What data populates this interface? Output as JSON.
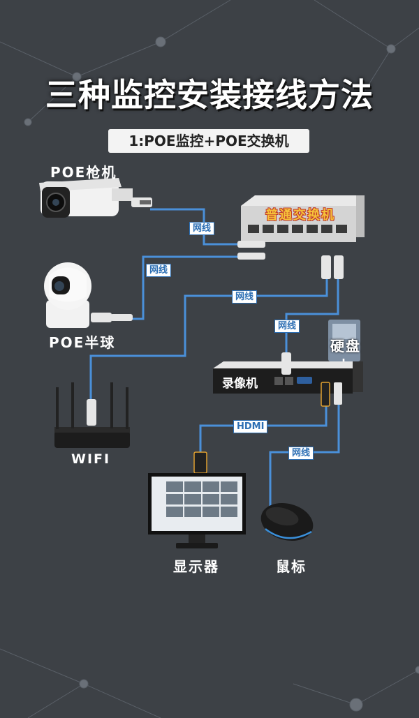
{
  "title": "三种监控安装接线方法",
  "subtitle": "1:POE监控+POE交换机",
  "devices": {
    "bullet_camera": "POE枪机",
    "dome_camera": "POE半球",
    "switch": "普通交换机",
    "wifi": "WIFI",
    "nvr": "录像机",
    "hdd": "硬盘",
    "monitor": "显示器",
    "mouse": "鼠标"
  },
  "cables": {
    "bullet_to_switch": "网线",
    "dome_to_switch": "网线",
    "wifi_to_switch": "网线",
    "nvr_to_switch": "网线",
    "hdmi": "HDMI",
    "mouse": "网线"
  },
  "colors": {
    "background": "#3d4146",
    "cable": "#4a90d9",
    "switch_label": "#f6c23a"
  }
}
